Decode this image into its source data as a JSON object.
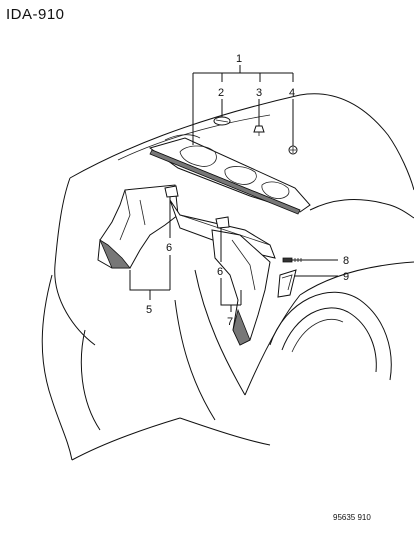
{
  "diagram": {
    "header_code": "IDA-910",
    "footer_code": "95635 910",
    "callouts": [
      {
        "id": "c1",
        "text": "1"
      },
      {
        "id": "c2",
        "text": "2"
      },
      {
        "id": "c3",
        "text": "3"
      },
      {
        "id": "c4",
        "text": "4"
      },
      {
        "id": "c5",
        "text": "5"
      },
      {
        "id": "c6a",
        "text": "6"
      },
      {
        "id": "c6b",
        "text": "6"
      },
      {
        "id": "c7",
        "text": "7"
      },
      {
        "id": "c8",
        "text": "8"
      },
      {
        "id": "c9",
        "text": "9"
      }
    ]
  }
}
